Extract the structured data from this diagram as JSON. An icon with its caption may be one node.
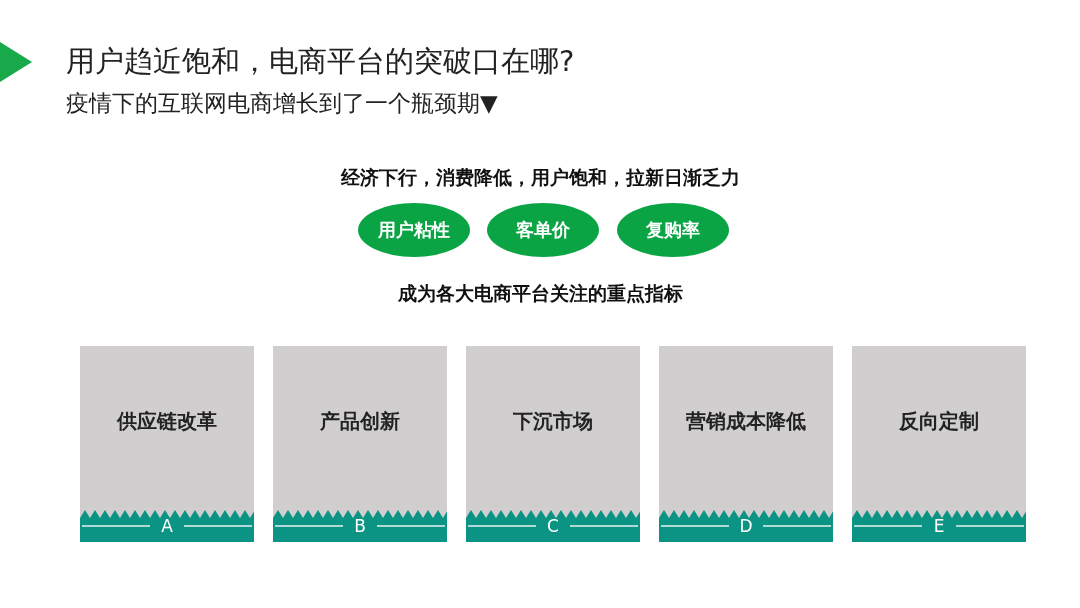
{
  "diagram": {
    "title": "用户趋近饱和，电商平台的突破口在哪?",
    "nodes": [
      {
        "text": [
          "用户粘性"
        ]
      },
      {
        "text": [
          "客单价"
        ]
      },
      {
        "text": [
          "复购率"
        ]
      },
      {
        "text": [
          "供应链改革",
          "A"
        ]
      },
      {
        "text": [
          "产品创新",
          "B"
        ]
      },
      {
        "text": [
          "下沉市场",
          "C"
        ]
      },
      {
        "text": [
          "营销成本降低",
          "D"
        ]
      },
      {
        "text": [
          "反向定制",
          "E"
        ]
      }
    ],
    "edges": [],
    "labels": [
      "疫情下的互联网电商增长到了一个瓶颈期▼",
      "经济下行，消费降低，用户饱和，拉新日渐乏力",
      "成为各大电商平台关注的重点指标"
    ]
  }
}
